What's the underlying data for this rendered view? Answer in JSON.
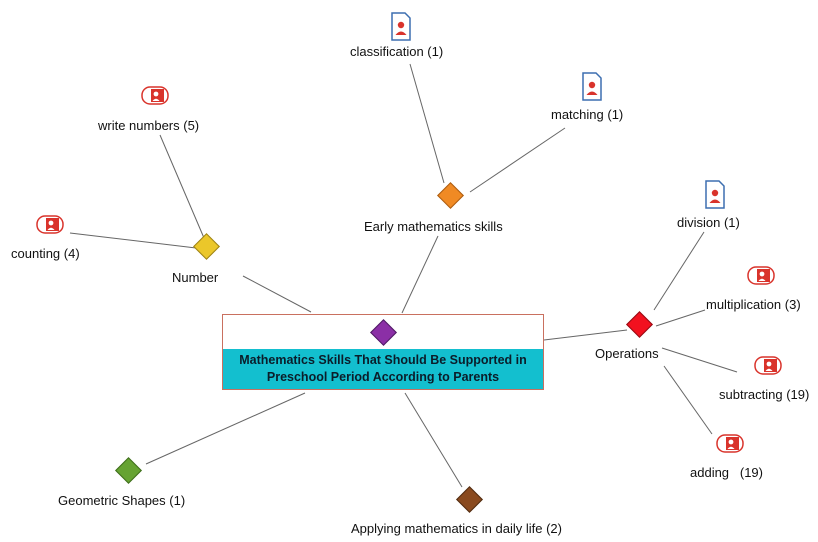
{
  "center": {
    "title": "Mathematics Skills That Should Be Supported in Preschool Period According to Parents",
    "color": "#8b2fa6"
  },
  "nodes": {
    "early_math": {
      "label": "Early mathematics skills",
      "color": "#f08a24"
    },
    "number": {
      "label": "Number",
      "color": "#ebc72a"
    },
    "operations": {
      "label": "Operations",
      "color": "#f2111f"
    },
    "geometric": {
      "label": "Geometric Shapes (1)",
      "color": "#66a332"
    },
    "daily_life": {
      "label": "Applying mathematics in daily life (2)",
      "color": "#8a4a1f"
    }
  },
  "leaves": {
    "classification": {
      "label": "classification (1)",
      "icon": "document-person-icon"
    },
    "matching": {
      "label": "matching (1)",
      "icon": "document-person-icon"
    },
    "write_numbers": {
      "label": "write numbers (5)",
      "icon": "speech-person-icon"
    },
    "counting": {
      "label": "counting (4)",
      "icon": "speech-person-icon"
    },
    "division": {
      "label": "division (1)",
      "icon": "document-person-icon"
    },
    "multiplication": {
      "label": "multiplication (3)",
      "icon": "speech-person-icon"
    },
    "subtracting": {
      "label": "subtracting (19)",
      "icon": "speech-person-icon"
    },
    "adding": {
      "label": "adding   (19)",
      "icon": "speech-person-icon"
    }
  },
  "colors": {
    "icon_red": "#d9332b",
    "icon_border": "#3d6fb0",
    "band": "#13bfcf"
  }
}
